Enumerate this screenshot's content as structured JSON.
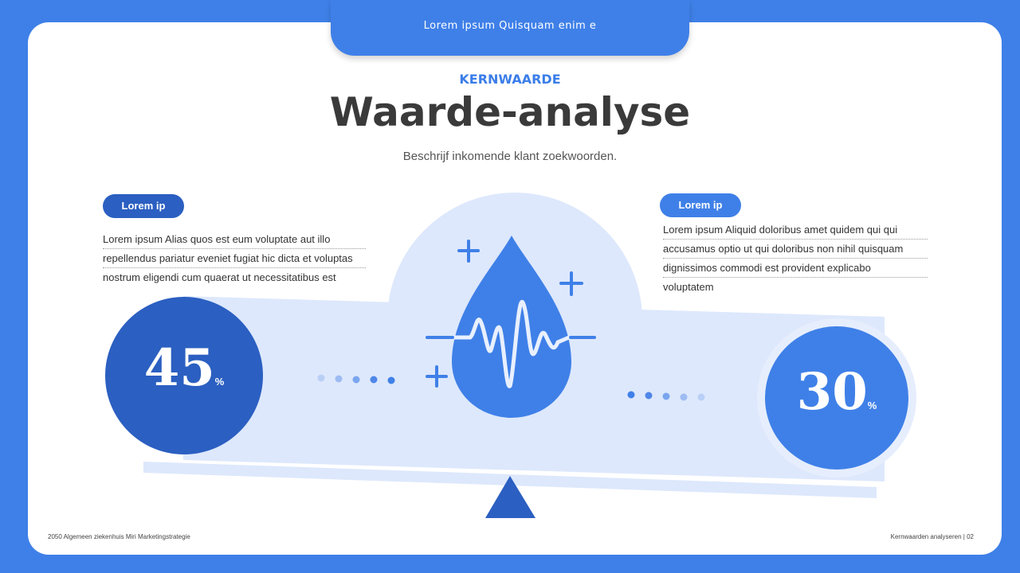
{
  "header": {
    "tab_label": "Lorem ipsum Quisquam enim e"
  },
  "kicker": "KERNWAARDE",
  "title": "Waarde-analyse",
  "subtitle": "Beschrijf inkomende klant zoekwoorden.",
  "left": {
    "pill": "Lorem ip",
    "lines": [
      "Lorem ipsum Alias quos est eum voluptate aut illo",
      "repellendus pariatur eveniet fugiat hic dicta et voluptas",
      "nostrum eligendi cum quaerat ut necessitatibus est"
    ],
    "value": "45",
    "unit": "%"
  },
  "right": {
    "pill": "Lorem ip",
    "lines": [
      "Lorem ipsum Aliquid doloribus amet quidem qui qui",
      "accusamus optio ut qui doloribus non nihil quisquam",
      "dignissimos commodi est provident explicabo",
      "voluptatem"
    ],
    "value": "30",
    "unit": "%"
  },
  "footer": {
    "left": "2050 Algemeen ziekenhuis Miri Marketingstrategie",
    "right": "Kernwaarden analyseren | 02"
  },
  "colors": {
    "primary": "#3f80e8",
    "dark": "#2b5fc1",
    "pale": "#dde8fc"
  },
  "icon": "water-drop-heartbeat-icon"
}
